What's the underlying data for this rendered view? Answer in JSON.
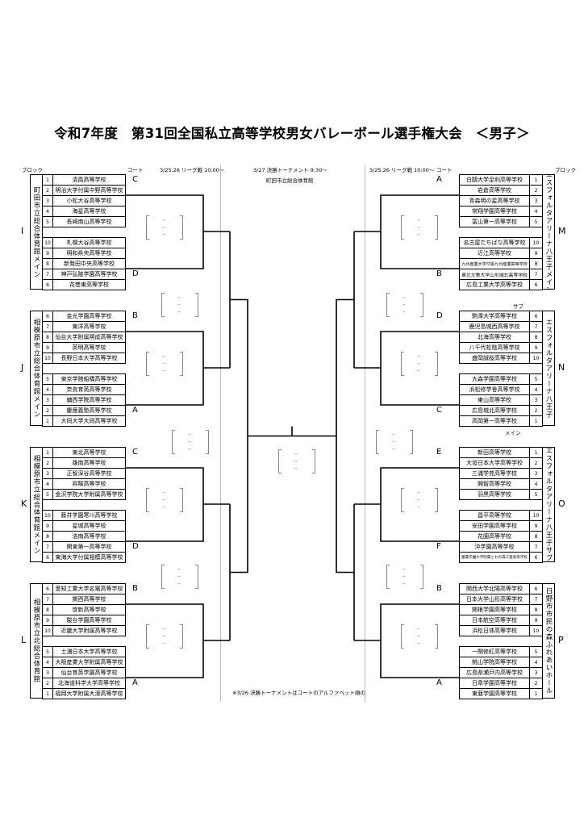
{
  "title": "令和7年度　第31回全国私立高等学校男女バレーボール選手権大会　＜男子＞",
  "header": {
    "left_block_label": "ブロック",
    "left_court_label": "コート",
    "left_schedule": "3/25.26 リーグ戦 10:00～",
    "center_schedule": "3/27 決勝トーナメント 9:30～",
    "center_venue": "町田市立総合体育館",
    "right_schedule": "3/25.26 リーグ戦 10:00～",
    "right_court_label": "コート",
    "right_block_label": "ブロック"
  },
  "labels": {
    "sub": "サブ",
    "main": "メイン"
  },
  "note": "※3/26 決勝トーナメントはコートのアルファベット順の",
  "score_dash": "–",
  "blocks": [
    {
      "id": "I",
      "side": "left",
      "venue": "町田市立総合体育館メイン",
      "court_top": "C",
      "court_bottom": "D",
      "teams": [
        {
          "no": "1",
          "name": "清風高等学校"
        },
        {
          "no": "2",
          "name": "明治大学付属中野高等学校"
        },
        {
          "no": "3",
          "name": "小松大谷高等学校"
        },
        {
          "no": "4",
          "name": "海星高等学校"
        },
        {
          "no": "5",
          "name": "長崎南山高等学校"
        },
        {
          "no": "10",
          "name": "札幌大谷高等学校"
        },
        {
          "no": "9",
          "name": "明和県央高等学校"
        },
        {
          "no": "8",
          "name": "新発田中央高等学校"
        },
        {
          "no": "7",
          "name": "神戸弘陵学園高等学校"
        },
        {
          "no": "6",
          "name": "花巻東高等学校"
        }
      ]
    },
    {
      "id": "J",
      "side": "left",
      "venue": "相模原市立総合体育館メイン",
      "court_top": "B",
      "court_bottom": "A",
      "teams": [
        {
          "no": "6",
          "name": "金光学園高等学校"
        },
        {
          "no": "7",
          "name": "東洋高等学校"
        },
        {
          "no": "8",
          "name": "仙台大学附属明成高等学校"
        },
        {
          "no": "9",
          "name": "英明高等学校"
        },
        {
          "no": "10",
          "name": "長野日本大学高等学校"
        },
        {
          "no": "5",
          "name": "東京学館船橋高等学校"
        },
        {
          "no": "4",
          "name": "奈良育英高等学校"
        },
        {
          "no": "3",
          "name": "鎮西学院高等学校"
        },
        {
          "no": "2",
          "name": "慶應義塾高等学校"
        },
        {
          "no": "1",
          "name": "大同大学大同高等学校"
        }
      ]
    },
    {
      "id": "K",
      "side": "left",
      "venue": "相模原市立総合体育館メイン",
      "court_top": "C",
      "court_bottom": "D",
      "teams": [
        {
          "no": "1",
          "name": "東北高等学校"
        },
        {
          "no": "2",
          "name": "雄南高等学校"
        },
        {
          "no": "3",
          "name": "正智深谷高等学校"
        },
        {
          "no": "4",
          "name": "昇陽高等学校"
        },
        {
          "no": "5",
          "name": "金沢学院大学附属高等学校"
        },
        {
          "no": "10",
          "name": "藤井学園寒川高等学校"
        },
        {
          "no": "9",
          "name": "星城高等学校"
        },
        {
          "no": "8",
          "name": "洛南高等学校"
        },
        {
          "no": "7",
          "name": "関東第一高等学校"
        },
        {
          "no": "6",
          "name": "東海大学付属相模高等学校"
        }
      ]
    },
    {
      "id": "L",
      "side": "left",
      "venue": "相模原市立北総合体育館",
      "court_top": "B",
      "court_bottom": "A",
      "teams": [
        {
          "no": "6",
          "name": "愛知工業大学名電高等学校"
        },
        {
          "no": "7",
          "name": "関西高等学校"
        },
        {
          "no": "8",
          "name": "啓新高等学校"
        },
        {
          "no": "9",
          "name": "駿台学園高等学校"
        },
        {
          "no": "10",
          "name": "近畿大学附属高等学校"
        },
        {
          "no": "5",
          "name": "土浦日本大学高等学校"
        },
        {
          "no": "4",
          "name": "大阪産業大学附属高等学校"
        },
        {
          "no": "3",
          "name": "仙台育英学園高等学校"
        },
        {
          "no": "2",
          "name": "北海道科学大学高等学校"
        },
        {
          "no": "1",
          "name": "福岡大学附属大濠高等学校"
        }
      ]
    },
    {
      "id": "M",
      "side": "right",
      "venue": "エスフォルタアリーナ八王子メイン",
      "court_top": "A",
      "court_bottom": "B",
      "teams": [
        {
          "no": "1",
          "name": "白鷗大学足利高等学校"
        },
        {
          "no": "2",
          "name": "岩倉高等学校"
        },
        {
          "no": "3",
          "name": "青森明の星高等学校"
        },
        {
          "no": "4",
          "name": "常翔学園高等学校"
        },
        {
          "no": "5",
          "name": "富山第一高等学校"
        },
        {
          "no": "10",
          "name": "名古屋たちばな高等学校"
        },
        {
          "no": "9",
          "name": "近江高等学校"
        },
        {
          "no": "8",
          "name": "九州産業大学付属九州産業高等学校"
        },
        {
          "no": "7",
          "name": "東北文教大学山形城北高等学校"
        },
        {
          "no": "6",
          "name": "広島工業大学高等学校"
        }
      ]
    },
    {
      "id": "N",
      "side": "right",
      "venue": "エスフォルタアリーナ八王子",
      "court_top": "D",
      "court_bottom": "C",
      "teams": [
        {
          "no": "6",
          "name": "駒澤大学高等学校"
        },
        {
          "no": "7",
          "name": "鹿児島城西高等学校"
        },
        {
          "no": "8",
          "name": "北海高等学校"
        },
        {
          "no": "9",
          "name": "八千代松陰高等学校"
        },
        {
          "no": "10",
          "name": "盛岡誠桜高等学校"
        },
        {
          "no": "5",
          "name": "大森学園高等学校"
        },
        {
          "no": "4",
          "name": "浜松修学舎高等学校"
        },
        {
          "no": "3",
          "name": "東山高等学校"
        },
        {
          "no": "2",
          "name": "広島城北高等学校"
        },
        {
          "no": "1",
          "name": "高岡第一高等学校"
        }
      ]
    },
    {
      "id": "O",
      "side": "right",
      "venue": "エスフォルタアリーナ八王子サブ",
      "court_top": "E",
      "court_bottom": "F",
      "teams": [
        {
          "no": "1",
          "name": "新田高等学校"
        },
        {
          "no": "2",
          "name": "大垣日本大学高等学校"
        },
        {
          "no": "3",
          "name": "三浦学苑高等学校"
        },
        {
          "no": "4",
          "name": "開智高等学校"
        },
        {
          "no": "5",
          "name": "羽黒高等学校"
        },
        {
          "no": "10",
          "name": "昌平高等学校"
        },
        {
          "no": "9",
          "name": "安田学園高等学校"
        },
        {
          "no": "8",
          "name": "花園高等学校"
        },
        {
          "no": "7",
          "name": "沖学園高等学校"
        },
        {
          "no": "6",
          "name": "酪農学園大学附属とわの森三愛高等学校"
        }
      ]
    },
    {
      "id": "P",
      "side": "right",
      "venue": "日野市市民の森ふれあいホール",
      "court_top": "B",
      "court_bottom": "A",
      "teams": [
        {
          "no": "6",
          "name": "関西大学北陽高等学校"
        },
        {
          "no": "7",
          "name": "日本大学山形高等学校"
        },
        {
          "no": "8",
          "name": "関根学園高等学校"
        },
        {
          "no": "9",
          "name": "日本航空高等学校"
        },
        {
          "no": "10",
          "name": "浜松日体高等学校"
        },
        {
          "no": "5",
          "name": "一関修紅高等学校"
        },
        {
          "no": "4",
          "name": "桃山学院高等学校"
        },
        {
          "no": "3",
          "name": "広島県瀬戸内高等学校"
        },
        {
          "no": "2",
          "name": "日章学園高等学校"
        },
        {
          "no": "1",
          "name": "東亜学園高等学校"
        }
      ]
    }
  ]
}
